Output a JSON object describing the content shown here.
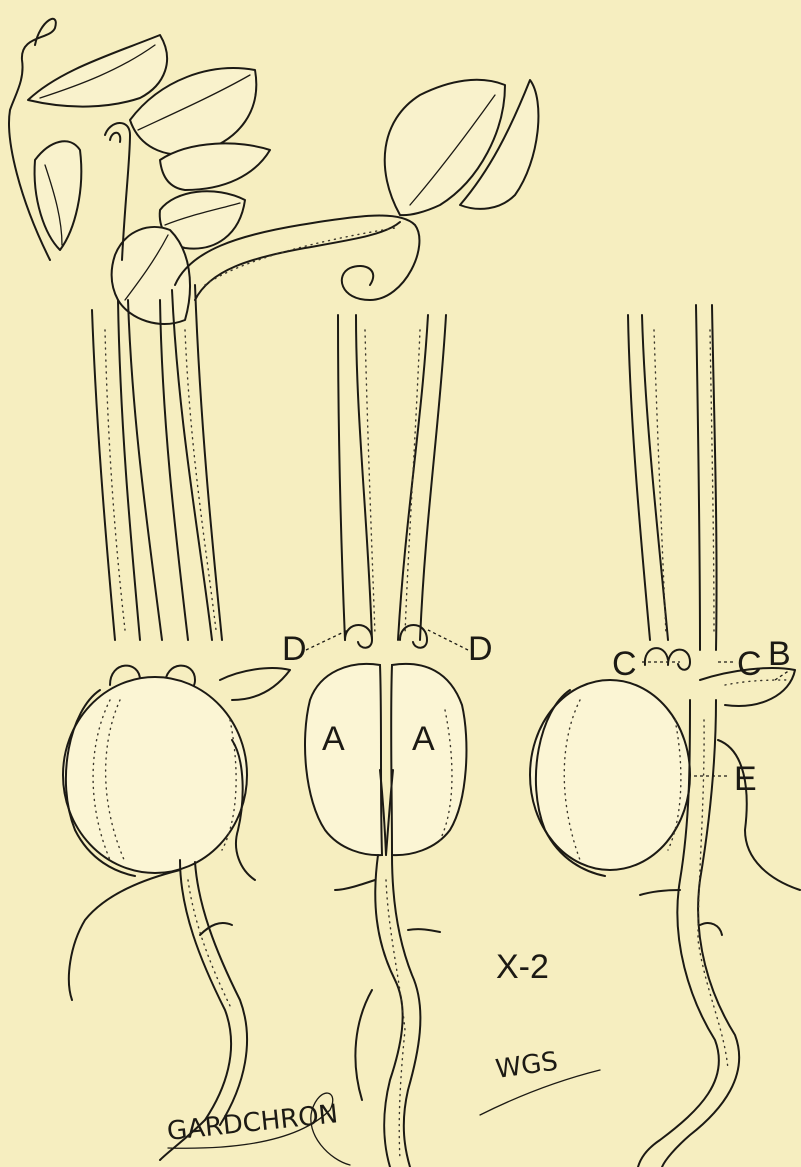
{
  "labels": {
    "a_left": "A",
    "a_right": "A",
    "b": "B",
    "c_left": "C",
    "c_right": "C",
    "d_left": "D",
    "d_right": "D",
    "e": "E",
    "scale": "X-2"
  },
  "signatures": {
    "artist": "WGS",
    "publication": "GARDCHRON"
  },
  "colors": {
    "paper": "#f6eec0",
    "ink": "#1c1a14"
  }
}
